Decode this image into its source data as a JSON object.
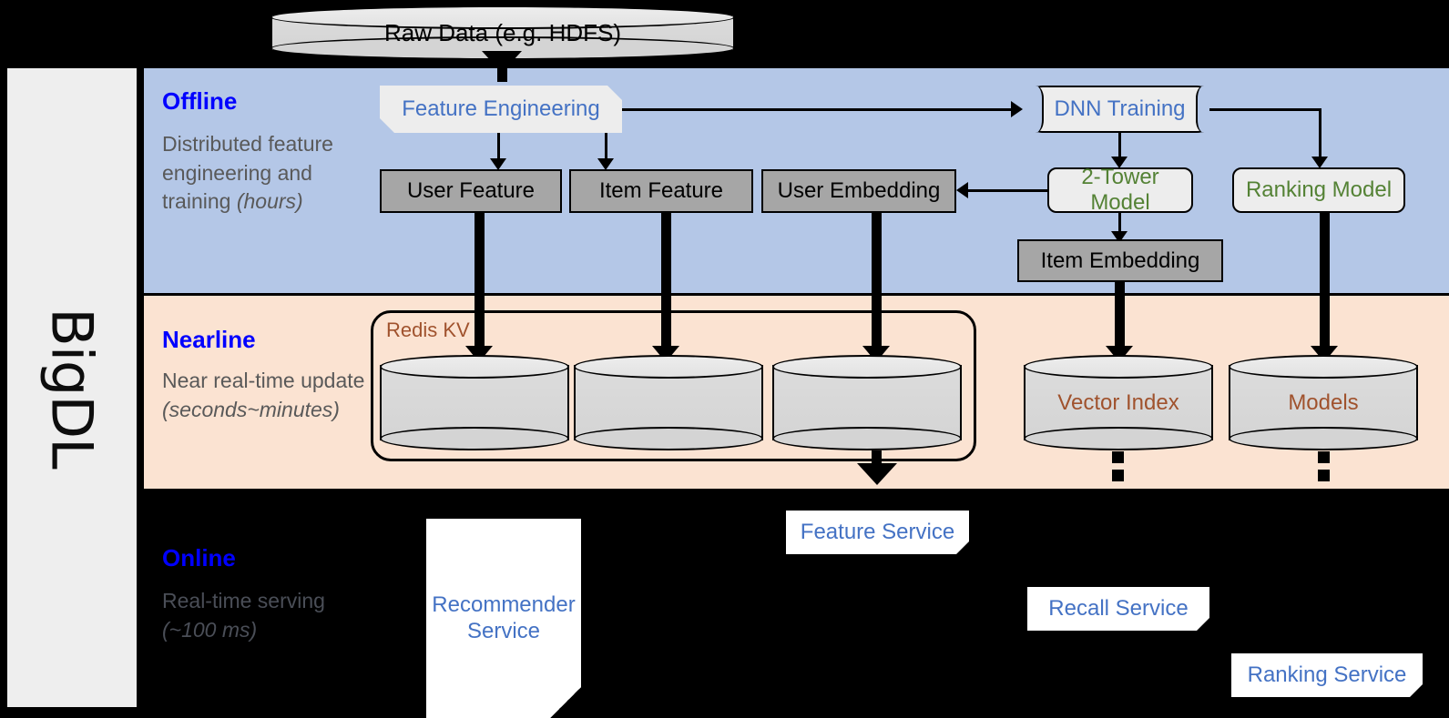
{
  "diagram": {
    "framework_label": "BigDL",
    "bands": [
      {
        "id": "offline",
        "heading": "Offline",
        "description": "Distributed feature engineering and training (hours)",
        "description_plain": "Distributed feature engineering and training",
        "description_italic": "(hours)",
        "bg_color": "#B4C7E7"
      },
      {
        "id": "nearline",
        "heading": "Nearline",
        "description_plain": "Near real-time update",
        "description_italic": "(seconds~minutes)",
        "bg_color": "#FBE3D2"
      },
      {
        "id": "online",
        "heading": "Online",
        "description_plain": "Real-time serving",
        "description_italic": "(~100 ms)",
        "bg_color": "#000000"
      }
    ],
    "nodes": {
      "raw_data": "Raw Data (e.g. HDFS)",
      "feature_engineering": "Feature Engineering",
      "dnn_training": "DNN Training",
      "user_feature": "User Feature",
      "item_feature": "Item Feature",
      "user_embedding": "User Embedding",
      "two_tower_model": "2-Tower Model",
      "ranking_model": "Ranking Model",
      "item_embedding": "Item Embedding",
      "redis_kv": "Redis KV",
      "vector_index": "Vector Index",
      "models": "Models",
      "recommender_service": "Recommender Service",
      "feature_service": "Feature Service",
      "recall_service": "Recall Service",
      "ranking_service": "Ranking Service"
    },
    "colors": {
      "heading_blue": "#0000FF",
      "process_text_blue": "#4472C4",
      "model_text_green": "#548235",
      "store_text_brown": "#A0522D",
      "gray_box_fill": "#A6A6A6",
      "process_fill": "#EDEDED",
      "offline_band": "#B4C7E7",
      "nearline_band": "#FBE3D2",
      "online_band": "#000000",
      "sidebar_fill": "#EEEEEE",
      "description_gray": "#595959"
    }
  }
}
